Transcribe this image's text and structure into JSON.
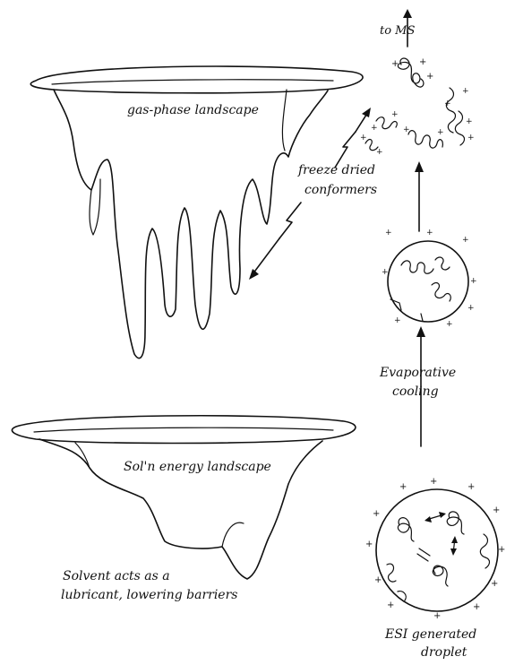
{
  "labels": {
    "to_ms": "to MS",
    "gas_phase": "gas-phase landscape",
    "freeze_dried_1": "freeze dried",
    "freeze_dried_2": "conformers",
    "solution": "Sol'n energy landscape",
    "solvent_1": "Solvent acts as a",
    "solvent_2": "lubricant, lowering barriers",
    "evap_1": "Evaporative",
    "evap_2": "cooling",
    "esi_1": "ESI generated",
    "esi_2": "droplet"
  },
  "colors": {
    "ink": "#111111",
    "paper": "#ffffff"
  }
}
